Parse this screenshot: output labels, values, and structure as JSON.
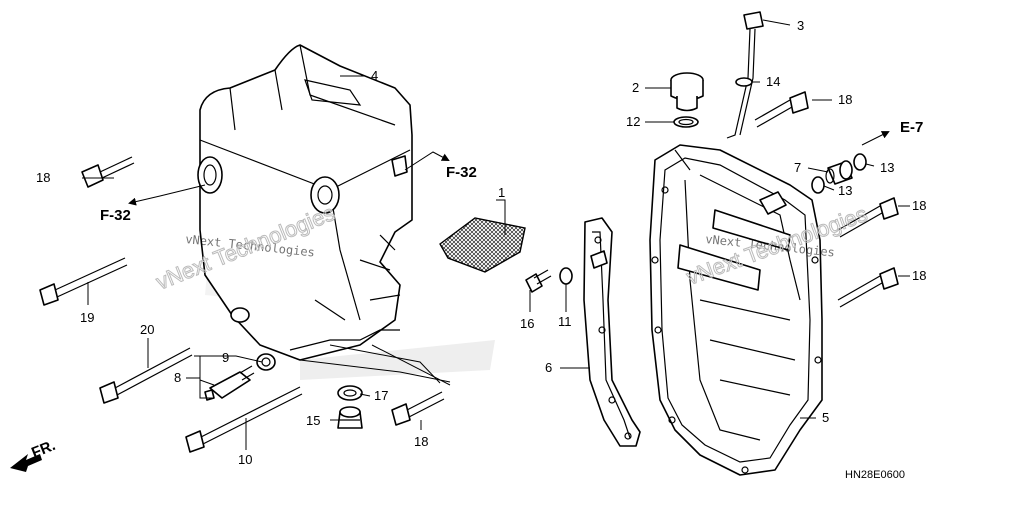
{
  "diagram": {
    "code": "HN28E0600",
    "front_label": "FR.",
    "refs": {
      "f32_a": "F-32",
      "f32_b": "F-32",
      "e7": "E-7"
    },
    "watermarks": [
      "vNext Technologies",
      "vNext Technologies",
      "vNext Technologies",
      "vNext Technologies"
    ],
    "callouts": {
      "c1": "1",
      "c2": "2",
      "c3": "3",
      "c4": "4",
      "c5": "5",
      "c6": "6",
      "c7": "7",
      "c8": "8",
      "c9": "9",
      "c10": "10",
      "c11": "11",
      "c12": "12",
      "c13a": "13",
      "c13b": "13",
      "c14": "14",
      "c15": "15",
      "c16": "16",
      "c17": "17",
      "c18a": "18",
      "c18b": "18",
      "c18c": "18",
      "c18d": "18",
      "c18e": "18",
      "c19": "19",
      "c20": "20"
    }
  }
}
